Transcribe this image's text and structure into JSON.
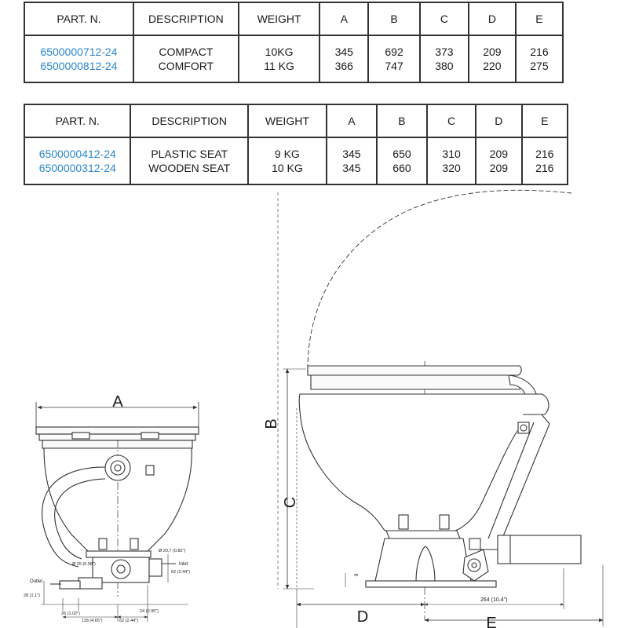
{
  "tables": [
    {
      "headers": [
        "PART. N.",
        "DESCRIPTION",
        "WEIGHT",
        "A",
        "B",
        "C",
        "D",
        "E"
      ],
      "rows": [
        [
          "6500000712-24",
          "COMPACT",
          "10KG",
          "345",
          "692",
          "373",
          "209",
          "216"
        ],
        [
          "6500000812-24",
          "COMFORT",
          "11 KG",
          "366",
          "747",
          "380",
          "220",
          "275"
        ]
      ]
    },
    {
      "headers": [
        "PART. N.",
        "DESCRIPTION",
        "WEIGHT",
        "A",
        "B",
        "C",
        "D",
        "E"
      ],
      "rows": [
        [
          "6500000412-24",
          "PLASTIC SEAT",
          "9 KG",
          "345",
          "650",
          "310",
          "209",
          "216"
        ],
        [
          "6500000312-24",
          "WOODEN SEAT",
          "10 KG",
          "345",
          "660",
          "320",
          "209",
          "216"
        ]
      ]
    }
  ],
  "colors": {
    "part_number": "#2b86c9",
    "line": "#333333"
  },
  "front_view": {
    "label_a": "A",
    "dims": {
      "outlet": "Outlet",
      "inlet": "Inlet",
      "d_outlet": "Ø 25 (0.98\")",
      "d_pump": "Ø 20,7 (0.82\")",
      "h_inlet": "62 (2.44\")",
      "h_outlet": "28 (1.1\")",
      "w_26": "26 (1.02\")",
      "w_118": "118 (4.65\")",
      "w_62": "62 (2.44\")",
      "w_24": "24 (0.95\")"
    }
  },
  "side_view": {
    "label_b": "B",
    "label_c": "C",
    "label_d": "D",
    "label_e": "E",
    "dim_264": "264 (10.4\")",
    "dim_8": "8"
  }
}
